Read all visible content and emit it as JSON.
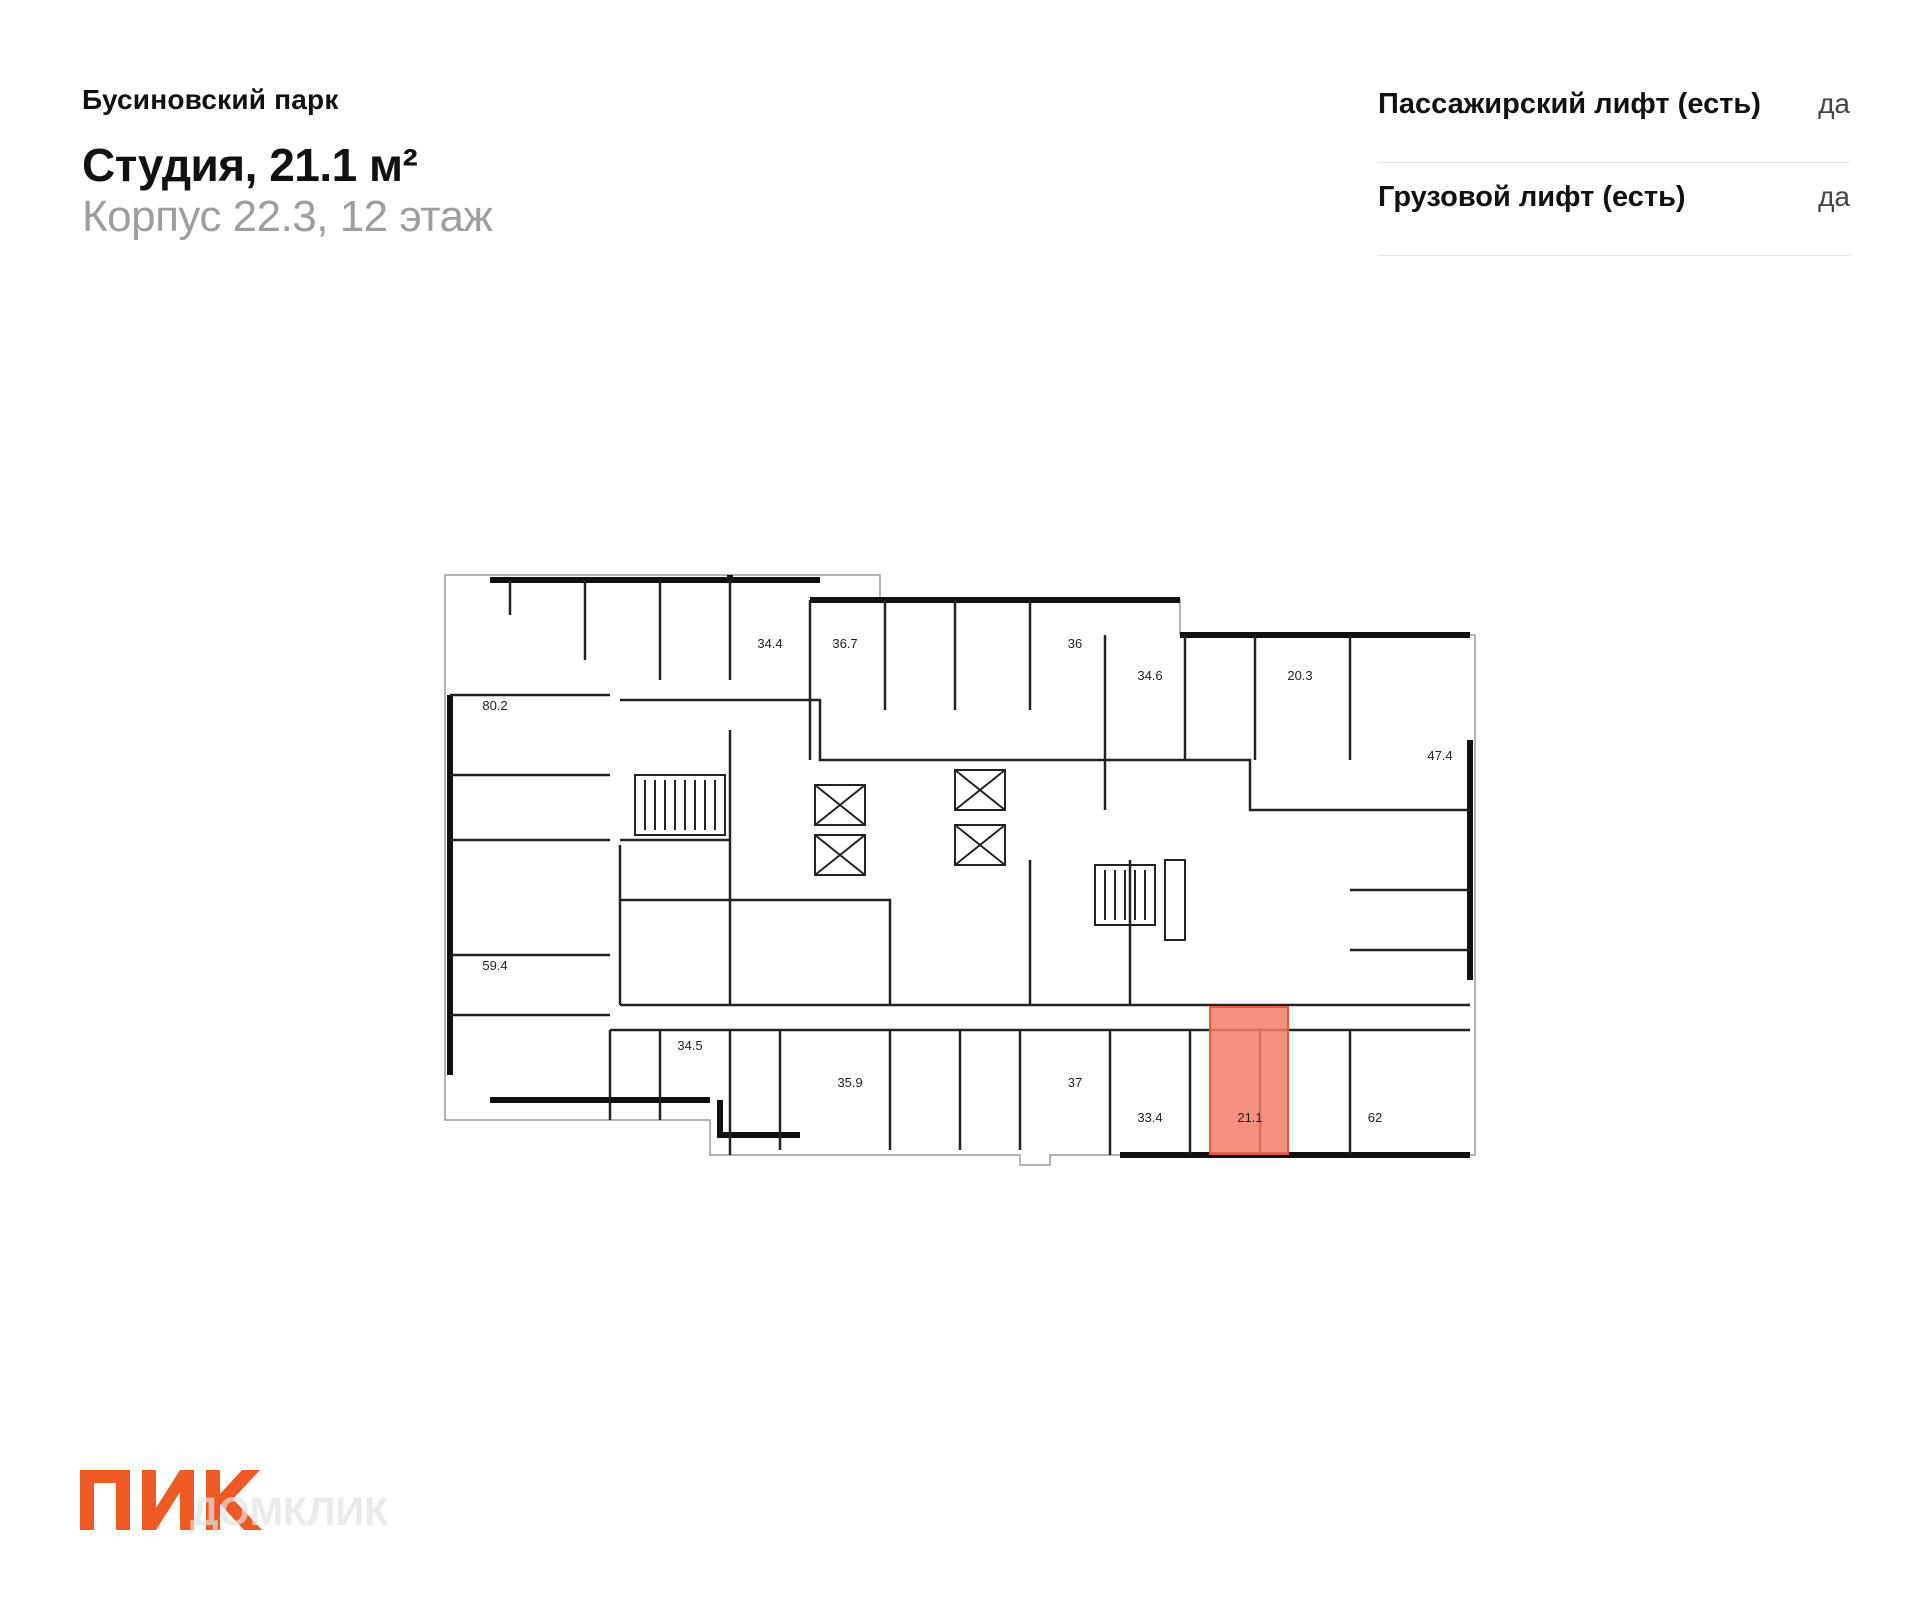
{
  "header": {
    "project": "Бусиновский парк",
    "title": "Студия, 21.1 м²",
    "subtitle": "Корпус 22.3, 12 этаж"
  },
  "features": [
    {
      "label": "Пассажирский лифт (есть)",
      "value": "да"
    },
    {
      "label": "Грузовой лифт (есть)",
      "value": "да"
    }
  ],
  "plan": {
    "highlight_color": "#f47c68",
    "selected_area": "21.1",
    "areas": [
      "80.2",
      "34.4",
      "36.7",
      "36",
      "34.6",
      "20.3",
      "47.4",
      "59.4",
      "34.5",
      "35.9",
      "37",
      "33.4",
      "21.1",
      "62"
    ]
  },
  "branding": {
    "logo": "ПИК",
    "logo_color": "#ef5a24",
    "watermark": "ДОМКЛИК"
  }
}
